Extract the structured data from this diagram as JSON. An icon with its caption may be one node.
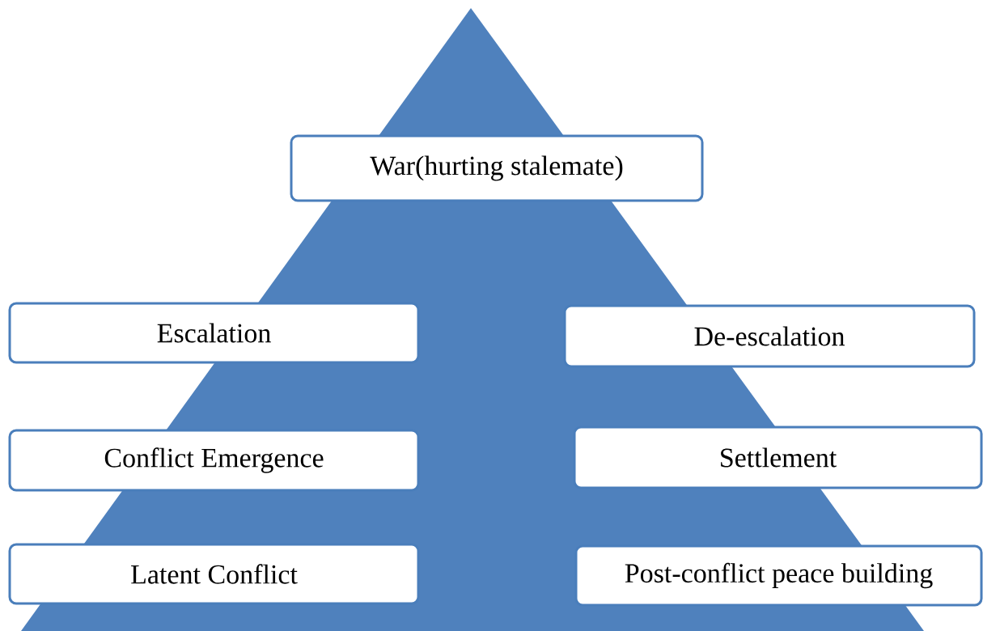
{
  "diagram": {
    "nodes": [
      {
        "text": [
          "War(hurting stalemate)"
        ]
      },
      {
        "text": [
          "Escalation"
        ]
      },
      {
        "text": [
          "De-escalation"
        ]
      },
      {
        "text": [
          "Conflict Emergence"
        ]
      },
      {
        "text": [
          "Settlement"
        ]
      },
      {
        "text": [
          "Latent Conflict"
        ]
      },
      {
        "text": [
          "Post-conflict peace building"
        ]
      }
    ]
  }
}
